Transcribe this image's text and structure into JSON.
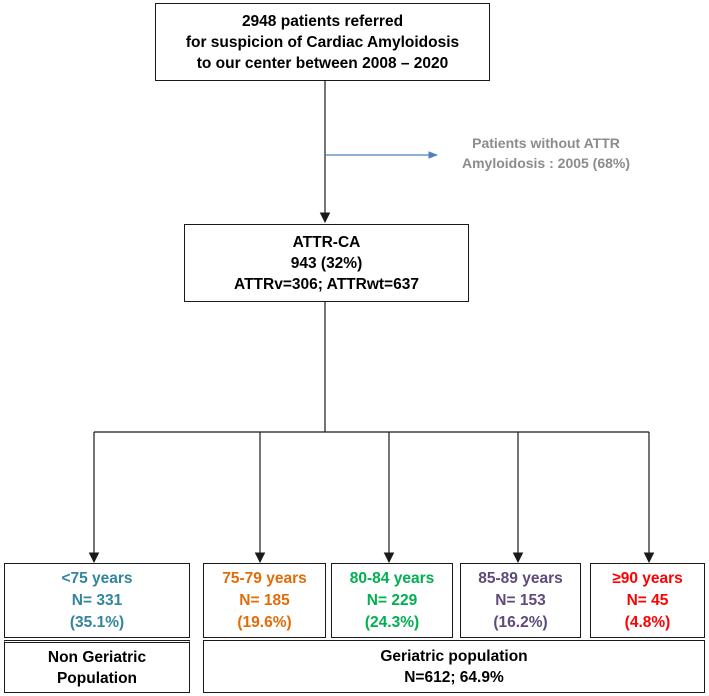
{
  "referral": {
    "line1": "2948 patients referred",
    "line2": "for suspicion of Cardiac Amyloidosis",
    "line3": "to our center between 2008 – 2020"
  },
  "excluded": {
    "line1": "Patients without ATTR",
    "line2": "Amyloidosis : 2005 (68%)",
    "color": "#8c8c8c"
  },
  "attr_ca": {
    "title": "ATTR-CA",
    "count": "943 (32%)",
    "breakdown": "ATTRv=306; ATTRwt=637"
  },
  "age_groups": [
    {
      "label": "<75 years",
      "n": "N= 331",
      "pct": "(35.1%)",
      "color": "#31859c"
    },
    {
      "label": "75-79 years",
      "n": "N= 185",
      "pct": "(19.6%)",
      "color": "#e36c09"
    },
    {
      "label": "80-84 years",
      "n": "N= 229",
      "pct": "(24.3%)",
      "color": "#00b050"
    },
    {
      "label": "85-89 years",
      "n": "N= 153",
      "pct": "(16.2%)",
      "color": "#604a7b"
    },
    {
      "label": "≥90 years",
      "n": "N= 45",
      "pct": "(4.8%)",
      "color": "#ff0000"
    }
  ],
  "non_geriatric": {
    "line1": "Non Geriatric",
    "line2": "Population"
  },
  "geriatric": {
    "line1": "Geriatric population",
    "line2": "N=612; 64.9%"
  },
  "colors": {
    "arrow_excluded": "#4f81bd",
    "line": "#1a1a1a"
  }
}
